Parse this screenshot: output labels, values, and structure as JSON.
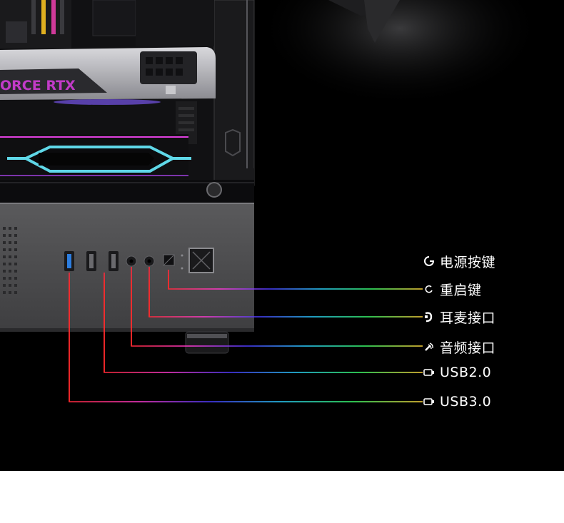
{
  "gpu_brand_text": "ORCE RTX",
  "labels": {
    "power_button": "电源按键",
    "reset_button": "重启键",
    "headphone_jack": "耳麦接口",
    "audio_jack": "音频接口",
    "usb2": "USB2.0",
    "usb3": "USB3.0"
  },
  "icons": {
    "power_button": "power-icon",
    "reset_button": "reset-icon",
    "headphone_jack": "headphone-icon",
    "audio_jack": "microphone-icon",
    "usb2": "usb-icon",
    "usb3": "usb-icon"
  },
  "colors": {
    "background": "#000000",
    "case_metal": "#4a4a4c",
    "gpu_logo": "#c23bc8",
    "fan_ring": "#5fd8e8"
  }
}
